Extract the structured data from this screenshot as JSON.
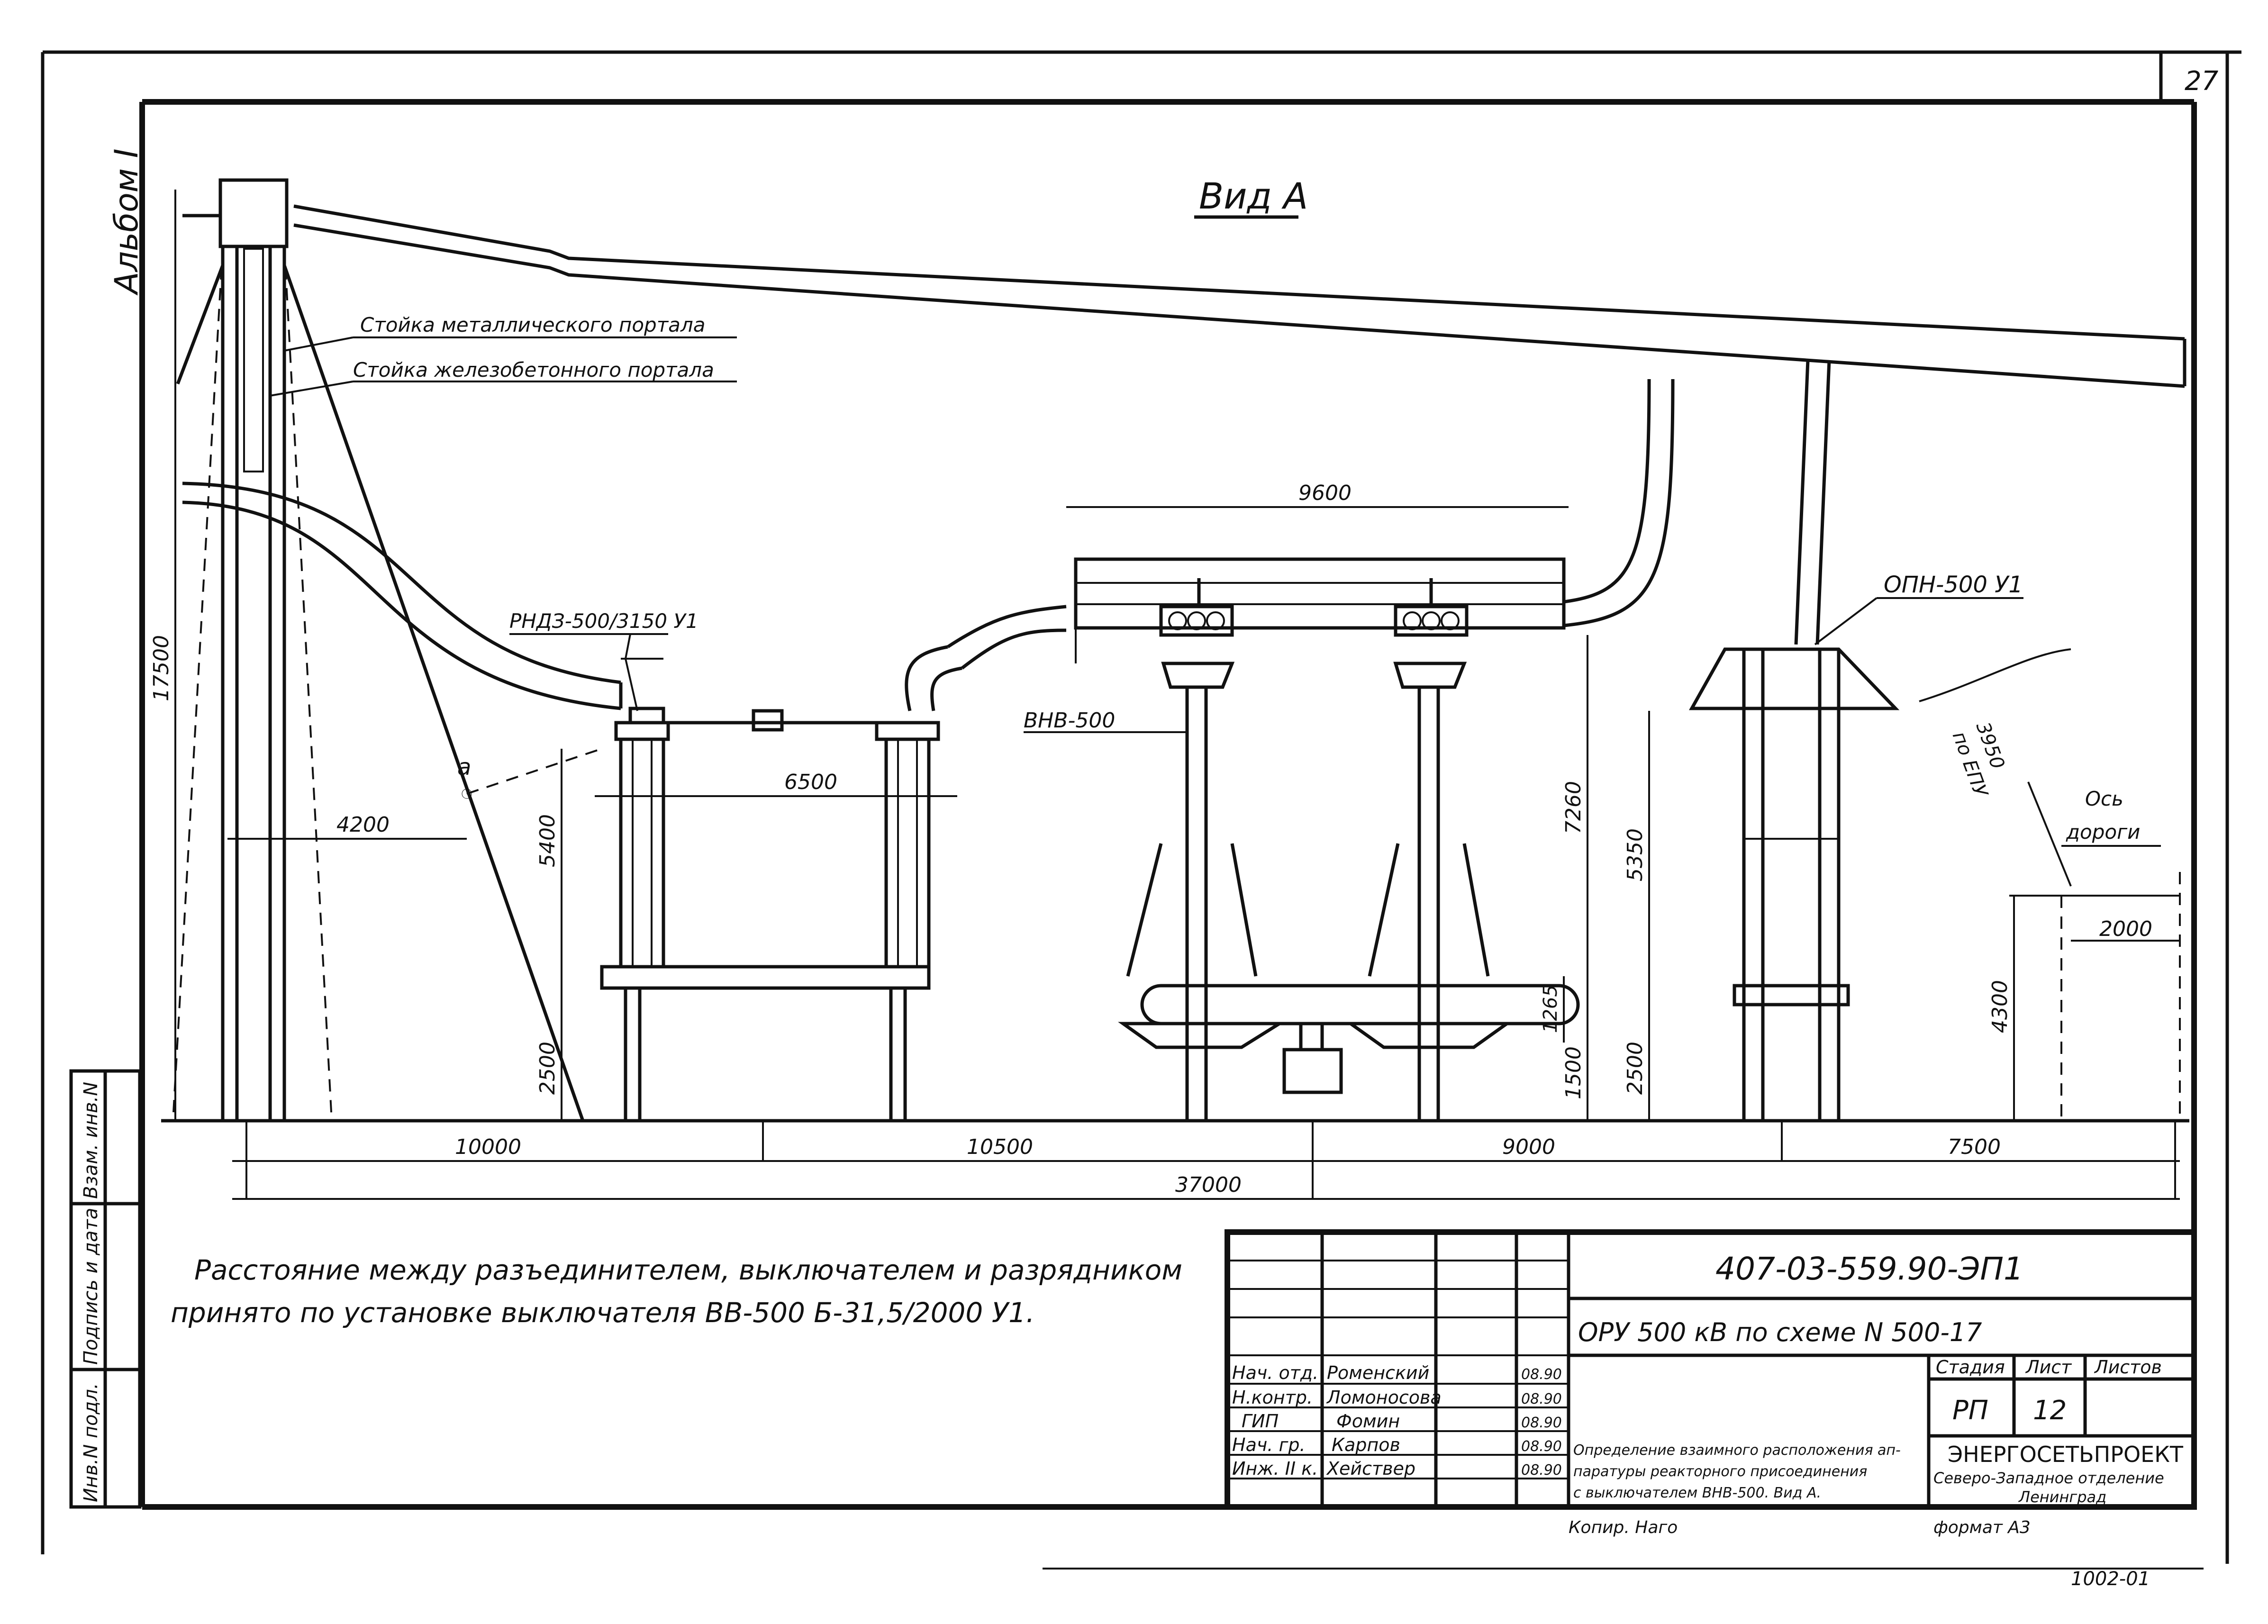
{
  "sheet_number": "27",
  "album_label": "Альбом I",
  "view_title": "Вид А",
  "labels": {
    "metal_portal": "Стойка металлического портала",
    "concrete_portal": "Стойка железобетонного портала",
    "disconnector": "РНДЗ-500/3150 У1",
    "breaker": "ВНВ-500",
    "arrester": "ОПН-500 У1",
    "point_a": "а",
    "road_axis_1": "Ось",
    "road_axis_2": "дороги",
    "ept_1": "по ЕПУ",
    "ept_2": "3950"
  },
  "dimensions": {
    "d17500": "17500",
    "d4200": "4200",
    "d5400": "5400",
    "d2500a": "2500",
    "d6500": "6500",
    "d9600": "9600",
    "d7260": "7260",
    "d1265": "1265",
    "d1500": "1500",
    "d5350": "5350",
    "d2500b": "2500",
    "d4300": "4300",
    "d2000": "2000",
    "d10000": "10000",
    "d10500": "10500",
    "d9000": "9000",
    "d7500": "7500",
    "d37000": "37000"
  },
  "note": {
    "line1": "Расстояние между разъединителем, выключателем и разрядником",
    "line2": "принято по установке выключателя ВВ-500 Б-31,5/2000 У1."
  },
  "side_stamp": {
    "inv_podl": "Инв.N подл.",
    "signature_date": "Подпись и дата",
    "vzam_inv": "Взам. инв.N"
  },
  "title_block": {
    "doc_code": "407-03-559.90-ЭП1",
    "project_title": "ОРУ 500 кВ по схеме N 500-17",
    "stage_header": "Стадия",
    "sheet_header": "Лист",
    "sheets_header": "Листов",
    "stage": "РП",
    "sheet": "12",
    "rows": [
      {
        "role": "Нач. отд.",
        "name": "Роменский",
        "date": "08.90"
      },
      {
        "role": "Н.контр.",
        "name": "Ломоносова",
        "date": "08.90"
      },
      {
        "role": "ГИП",
        "name": "Фомин",
        "date": "08.90"
      },
      {
        "role": "Нач. гр.",
        "name": "Карпов",
        "date": "08.90"
      },
      {
        "role": "Инж. II к.",
        "name": "Хействер",
        "date": "08.90"
      }
    ],
    "description_1": "Определение взаимного расположения ап-",
    "description_2": "паратуры реакторного присоединения",
    "description_3": "с выключателем ВНВ-500. Вид А.",
    "org_name": "ЭНЕРГОСЕТЬПРОЕКТ",
    "org_branch": "Северо-Западное отделение",
    "org_city": "Ленинград",
    "copied": "Копир. Наго",
    "format": "формат А3",
    "bottom_code": "1002-01"
  }
}
